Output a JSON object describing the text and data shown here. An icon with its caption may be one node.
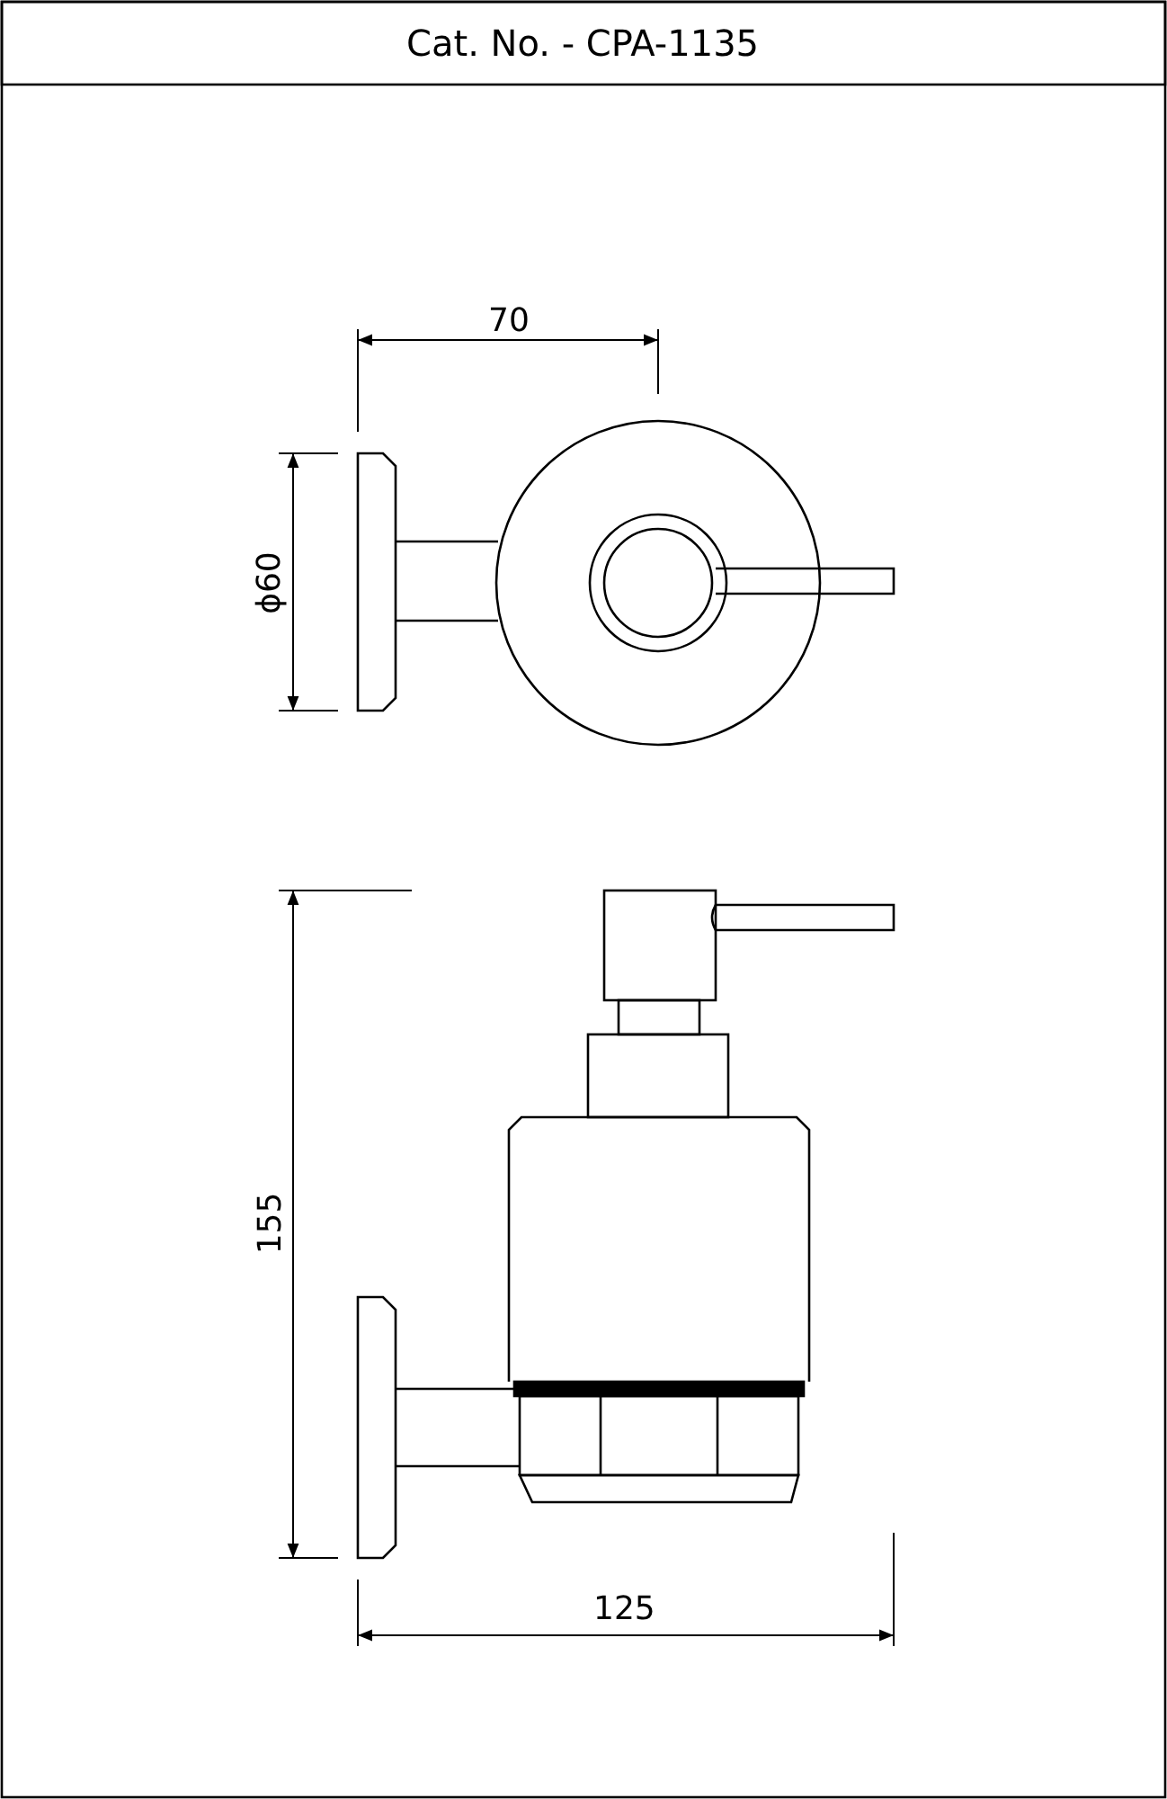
{
  "diagram": {
    "title": "Cat. No. - CPA-1135",
    "labels": [
      "70",
      "ϕ60",
      "155",
      "125"
    ]
  }
}
